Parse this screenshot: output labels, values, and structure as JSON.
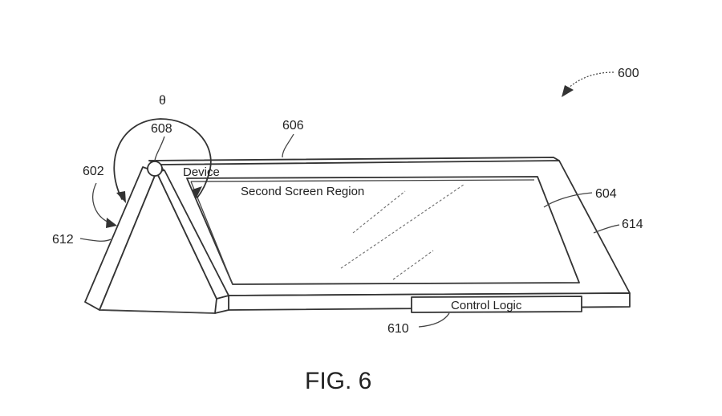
{
  "figure": {
    "caption": "FIG. 6"
  },
  "labels": {
    "ref_600": "600",
    "ref_602": "602",
    "ref_604": "604",
    "ref_606": "606",
    "ref_608": "608",
    "ref_610": "610",
    "ref_612": "612",
    "ref_614": "614",
    "theta": "θ",
    "device": "Device",
    "second_screen_region": "Second Screen Region",
    "control_logic": "Control Logic"
  }
}
